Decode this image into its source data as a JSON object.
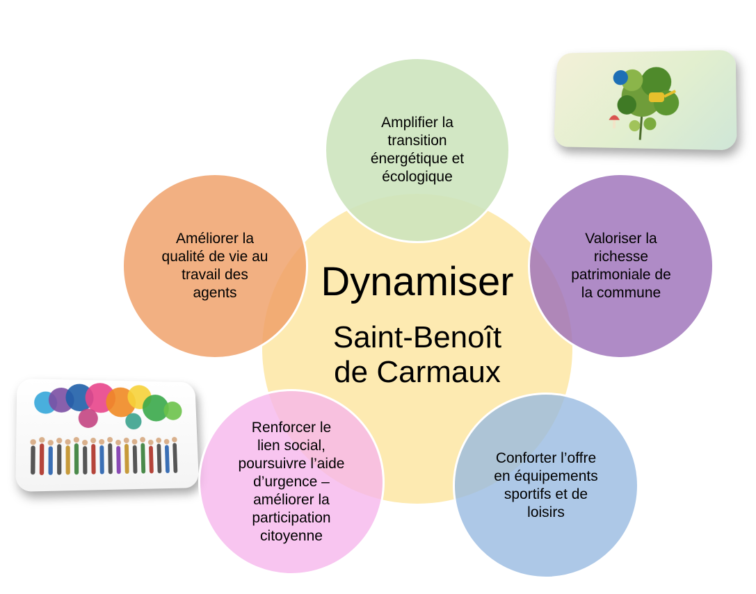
{
  "center": {
    "title": "Dynamiser",
    "subtitle": "Saint-Benoît de Carmaux"
  },
  "objectives": {
    "top": [
      "Amplifier la",
      "transition",
      "énergétique et",
      "écologique"
    ],
    "left": [
      "Améliorer la",
      "qualité de vie au",
      "travail des",
      "agents"
    ],
    "right": [
      "Valoriser la",
      "richesse",
      "patrimoniale de",
      "la commune"
    ],
    "bottom_left": [
      "Renforcer  le",
      "lien social,",
      "poursuivre l’aide",
      "d’urgence –",
      "améliorer la",
      "participation",
      "citoyenne"
    ],
    "bottom_right": [
      "Conforter l’offre",
      "en équipements",
      "sportifs et de",
      "loisirs"
    ]
  },
  "colors": {
    "center": "#fde5a0",
    "top": "#cde4be",
    "left": "#ef9f67",
    "right": "#9d71ba",
    "bottom_left": "#f6b5ec",
    "bottom_right": "#96b9e0"
  },
  "images": {
    "top_right": "nature-illustration",
    "bottom_left": "speech-bubbles-crowd-illustration"
  }
}
